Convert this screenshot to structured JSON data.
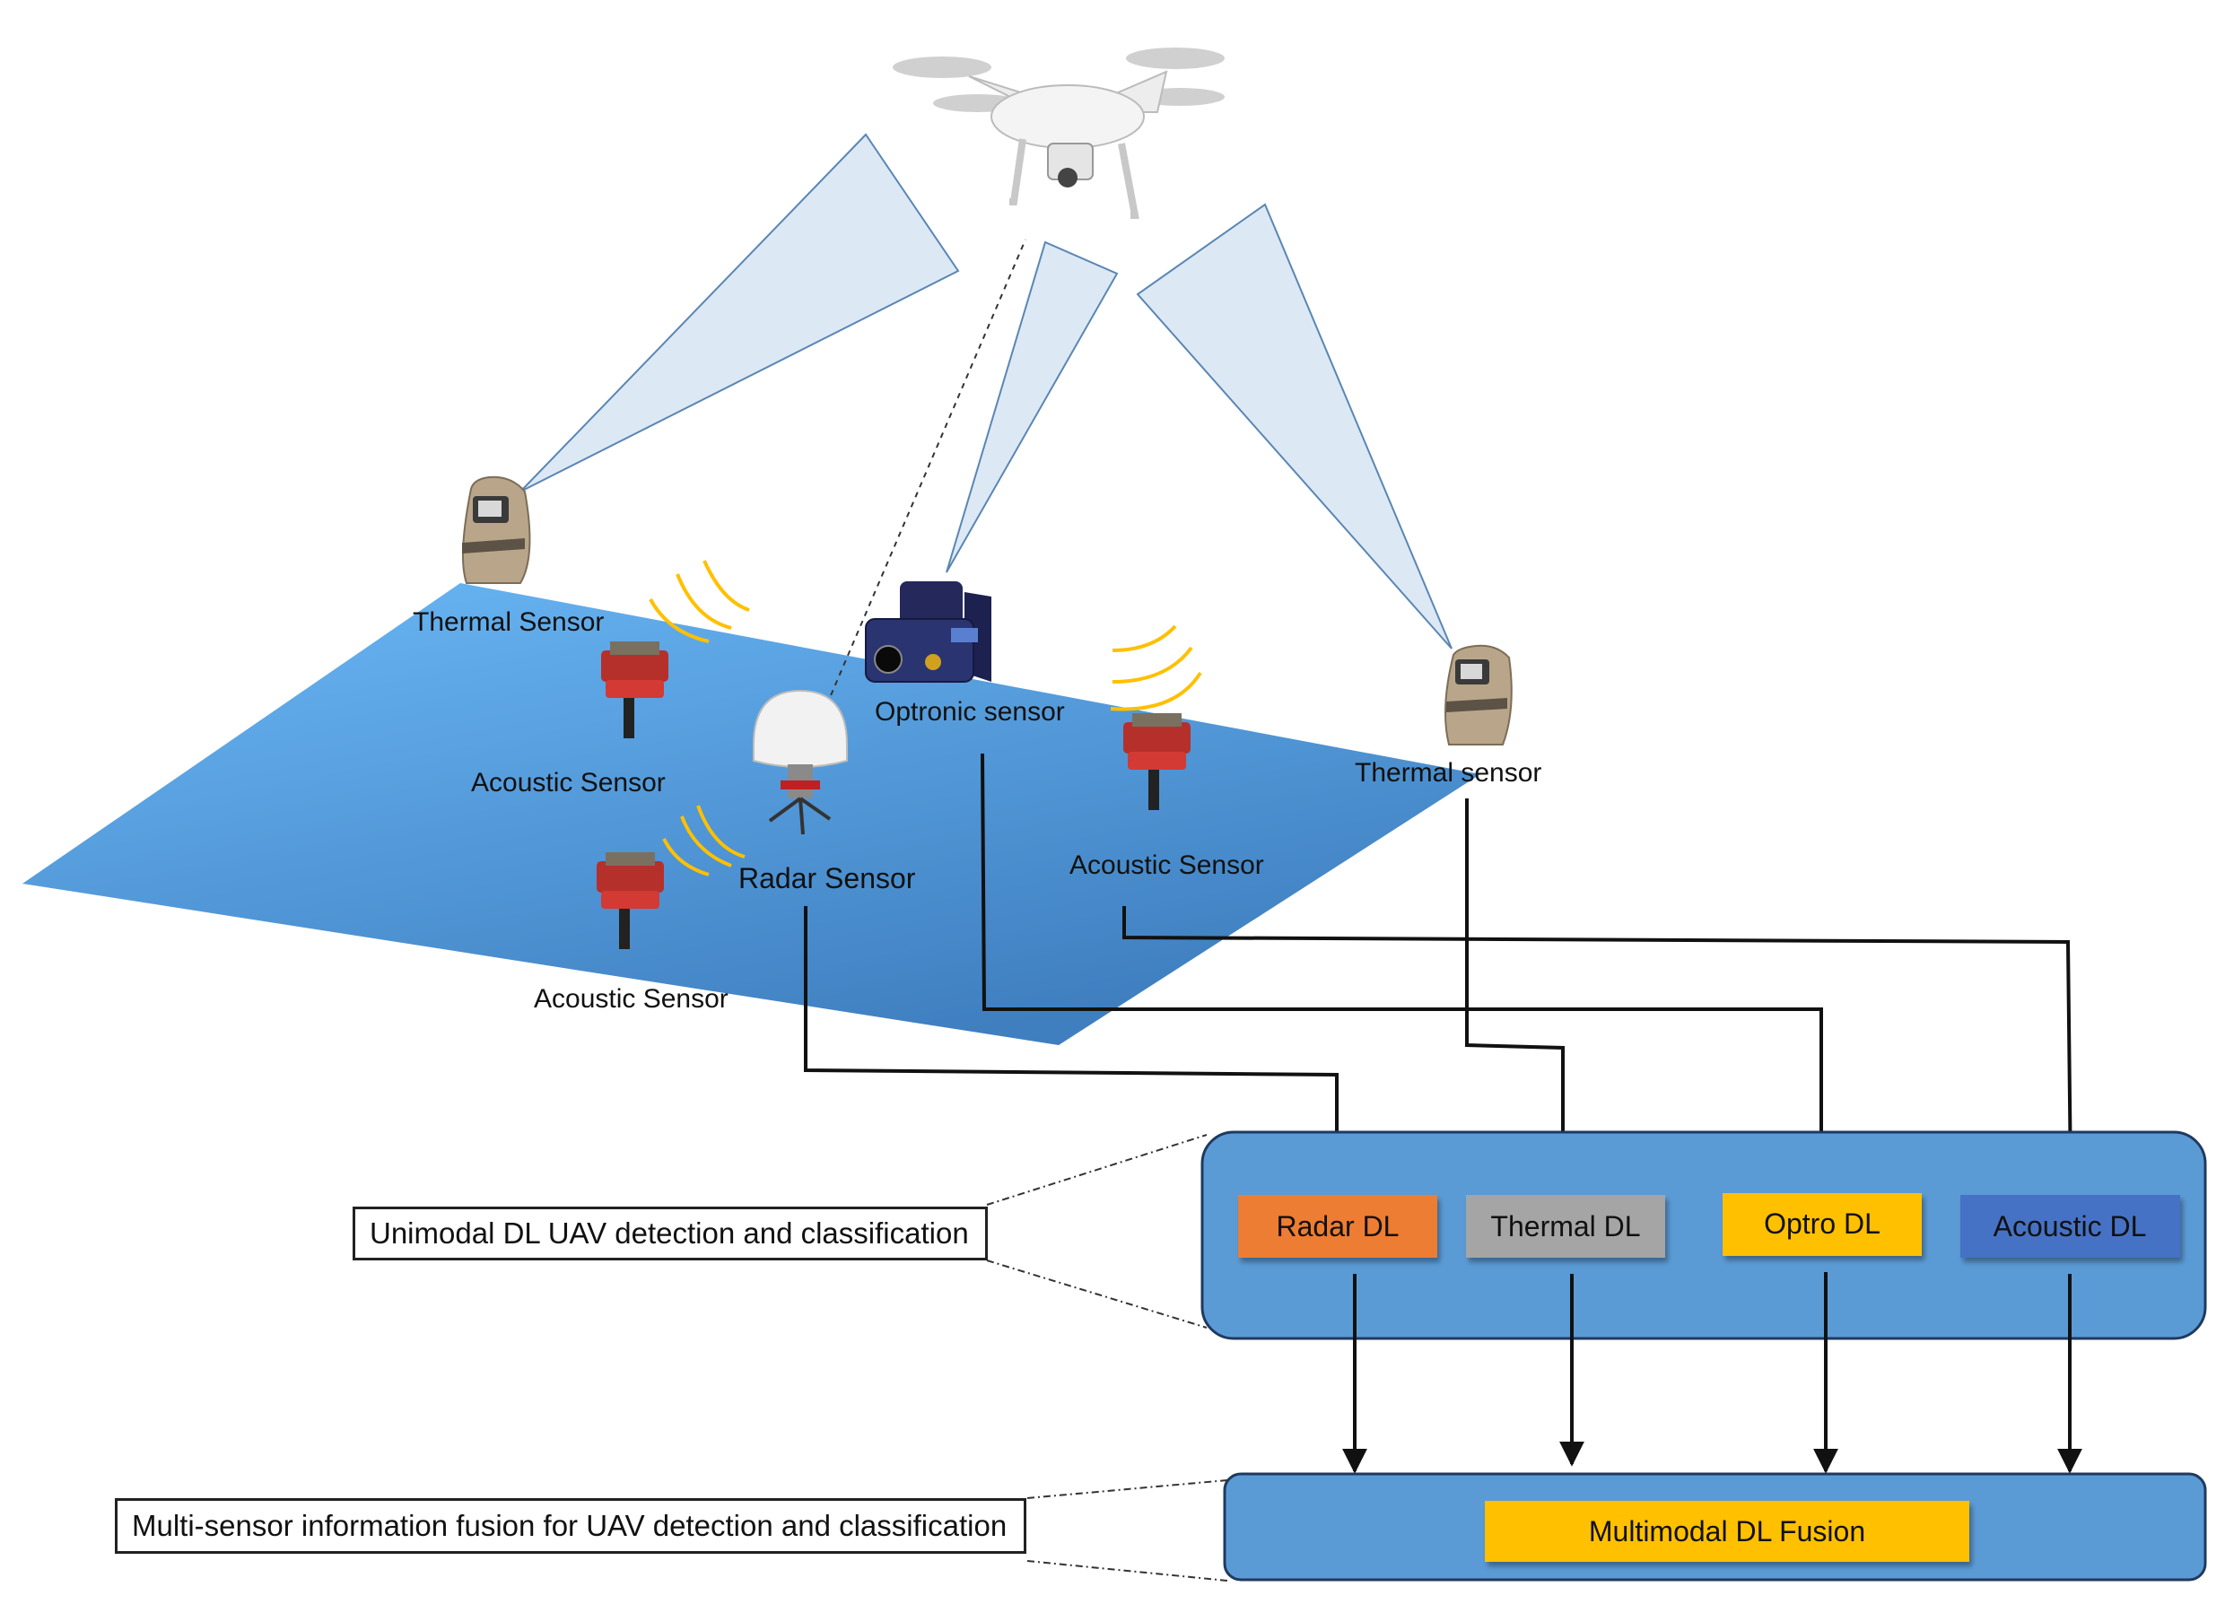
{
  "sensors": {
    "thermal_left": "Thermal Sensor",
    "thermal_right": "Thermal sensor",
    "optronic": "Optronic sensor",
    "radar": "Radar Sensor",
    "acoustic_top": "Acoustic Sensor",
    "acoustic_right": "Acoustic Sensor",
    "acoustic_bottom": "Acoustic Sensor"
  },
  "unimodal": {
    "caption": "Unimodal DL UAV detection and classification",
    "modules": [
      {
        "label": "Radar DL",
        "color": "#ED7D31"
      },
      {
        "label": "Thermal DL",
        "color": "#A5A5A5"
      },
      {
        "label": "Optro DL",
        "color": "#FFC000"
      },
      {
        "label": "Acoustic DL",
        "color": "#4472C4"
      }
    ],
    "panel_color": "#5B9BD5"
  },
  "fusion": {
    "caption": "Multi-sensor information fusion for UAV detection and classification",
    "module_label": "Multimodal DL Fusion",
    "module_color": "#FFC000"
  },
  "colors": {
    "ground": "#5FAEF0",
    "beam": "#DCE9F5",
    "wave": "#FFC000"
  }
}
